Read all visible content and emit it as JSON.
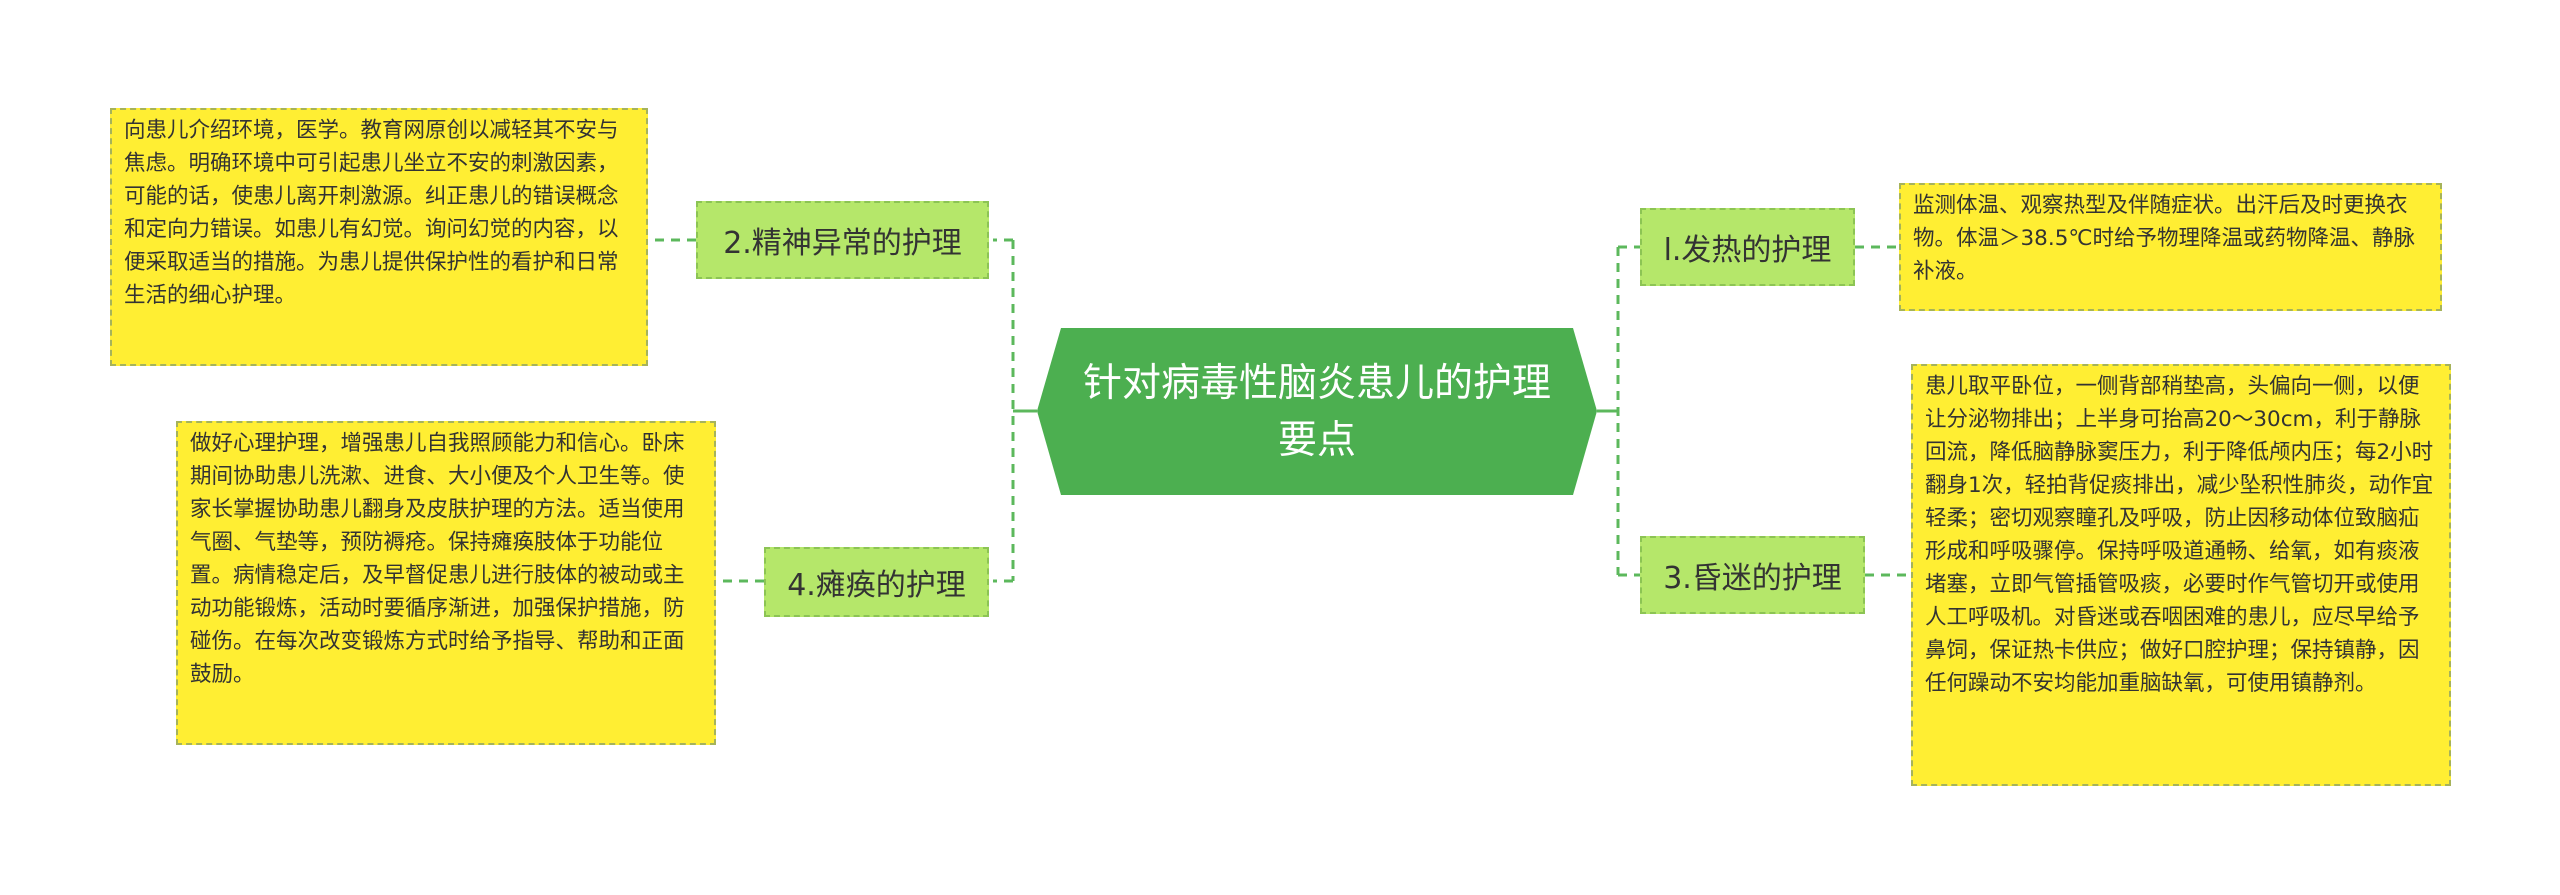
{
  "title": "针对病毒性脑炎患儿的护理要点",
  "colors": {
    "root_fill": "#4caf50",
    "branch_fill": "#b5e76a",
    "note_fill": "#ffee33",
    "connector": "#5cb85c"
  },
  "branches": {
    "fever": {
      "label": "l.发热的护理",
      "note": "监测体温、观察热型及伴随症状。出汗后及时更换衣物。体温＞38.5℃时给予物理降温或药物降温、静脉补液。"
    },
    "mental": {
      "label": "2.精神异常的护理",
      "note": "向患儿介绍环境，医学。教育网原创以减轻其不安与焦虑。明确环境中可引起患儿坐立不安的刺激因素，可能的话，使患儿离开刺激源。纠正患儿的错误概念和定向力错误。如患儿有幻觉。询问幻觉的内容，以便采取适当的措施。为患儿提供保护性的看护和日常生活的细心护理。"
    },
    "coma": {
      "label": "3.昏迷的护理",
      "note": "患儿取平卧位，一侧背部稍垫高，头偏向一侧，以便让分泌物排出；上半身可抬高20～30cm，利于静脉回流，降低脑静脉窦压力，利于降低颅内压；每2小时翻身1次，轻拍背促痰排出，减少坠积性肺炎，动作宜轻柔；密切观察瞳孔及呼吸，防止因移动体位致脑疝形成和呼吸骤停。保持呼吸道通畅、给氧，如有痰液堵塞，立即气管插管吸痰，必要时作气管切开或使用人工呼吸机。对昏迷或吞咽困难的患儿，应尽早给予鼻饲，保证热卡供应；做好口腔护理；保持镇静，因任何躁动不安均能加重脑缺氧，可使用镇静剂。"
    },
    "paralysis": {
      "label": "4.瘫痪的护理",
      "note": "做好心理护理，增强患儿自我照顾能力和信心。卧床期间协助患儿洗漱、进食、大小便及个人卫生等。使家长掌握协助患儿翻身及皮肤护理的方法。适当使用气圈、气垫等，预防褥疮。保持瘫痪肢体于功能位置。病情稳定后，及早督促患儿进行肢体的被动或主动功能锻炼，活动时要循序渐进，加强保护措施，防碰伤。在每次改变锻炼方式时给予指导、帮助和正面鼓励。"
    }
  }
}
